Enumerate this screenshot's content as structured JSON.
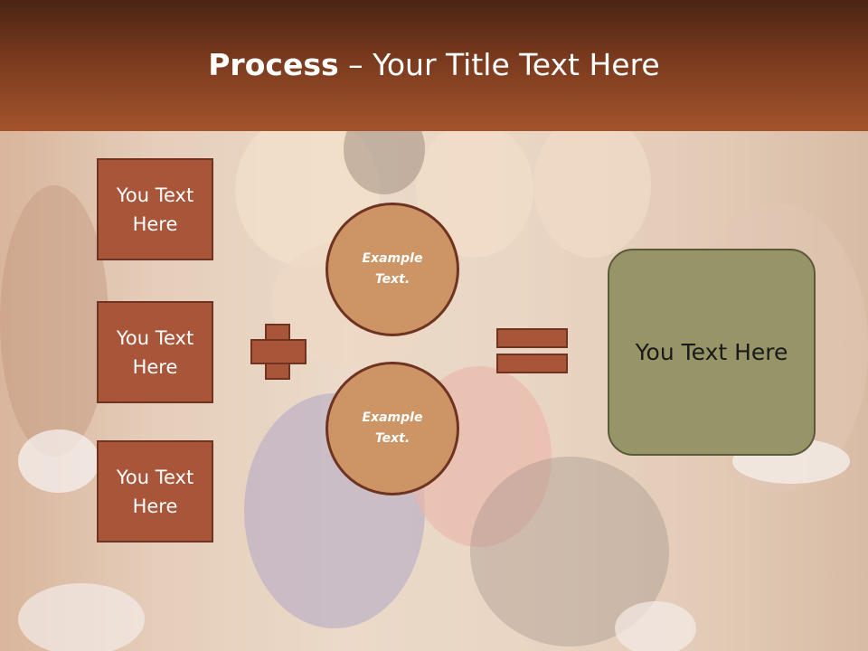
{
  "slide": {
    "title_bold": "Process",
    "title_rest": " – Your Title Text Here"
  },
  "boxes": [
    {
      "label": "You Text Here"
    },
    {
      "label": "You Text Here"
    },
    {
      "label": "You Text Here"
    }
  ],
  "circles": [
    {
      "label": "Example Text."
    },
    {
      "label": "Example Text."
    }
  ],
  "result": {
    "label": "You Text Here"
  },
  "colors": {
    "title_bar": "#7a3a1e",
    "box_fill": "#a9553a",
    "box_border": "#6e3321",
    "circle_fill": "#cd9466",
    "result_fill": "#979567"
  }
}
